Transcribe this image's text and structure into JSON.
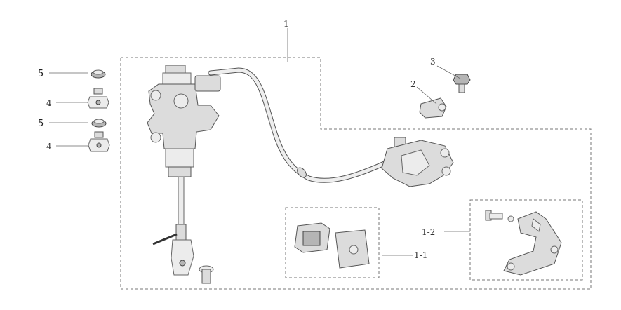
{
  "callouts": {
    "c1": "1",
    "c2": "2",
    "c3": "3",
    "c4a": "4",
    "c4b": "4",
    "c5a": "5",
    "c5b": "5",
    "c1_1": "1-1",
    "c1_2": "1-2"
  },
  "parts": {
    "master_cylinder": "rear-brake-master-cylinder",
    "brake_hose": "brake-hose",
    "caliper": "brake-caliper",
    "pads": "brake-pads",
    "bracket": "caliper-bracket",
    "clamp": "hose-clamp",
    "bolt": "flange-bolt",
    "nut": "flange-nut",
    "washer": "washer"
  },
  "colors": {
    "line": "#555555",
    "fill": "#dcdcdc",
    "dashed_box": "#777777"
  }
}
